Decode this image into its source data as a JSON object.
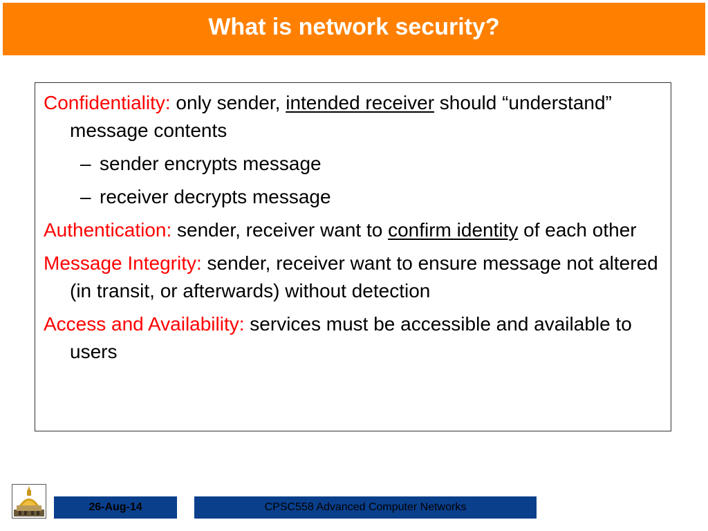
{
  "slide": {
    "title": "What is network security?",
    "items": [
      {
        "term": "Confidentiality:",
        "pre": " only sender, ",
        "underline": "intended receiver",
        "post": " should “understand” message contents",
        "subitems": [
          "sender encrypts message",
          "receiver decrypts message"
        ]
      },
      {
        "term": "Authentication:",
        "pre": " sender, receiver want to ",
        "underline": "confirm identity",
        "post": " of each other"
      },
      {
        "term": "Message Integrity:",
        "text": " sender, receiver want to ensure message not altered (in transit, or afterwards) without detection"
      },
      {
        "term": "Access and Availability:",
        "text": " services must be accessible and available to users"
      }
    ],
    "dash": "–"
  },
  "footer": {
    "date": "26-Aug-14",
    "course": "CPSC558 Advanced Computer Networks",
    "logo_icon": "golden-dome-icon"
  },
  "colors": {
    "title_bar": "#ff8000",
    "term": "#ff0000",
    "footer_bar": "#0a3f8c"
  }
}
